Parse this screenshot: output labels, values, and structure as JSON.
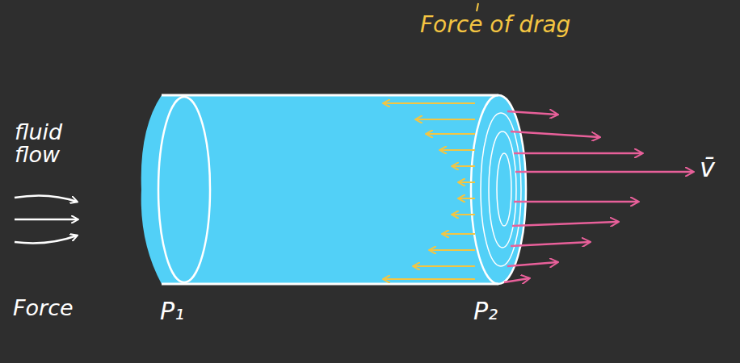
{
  "diagram": {
    "labels": [
      "fluid flow",
      "Force",
      "Force of drag",
      "P₁",
      "P₂",
      "v̄"
    ]
  }
}
